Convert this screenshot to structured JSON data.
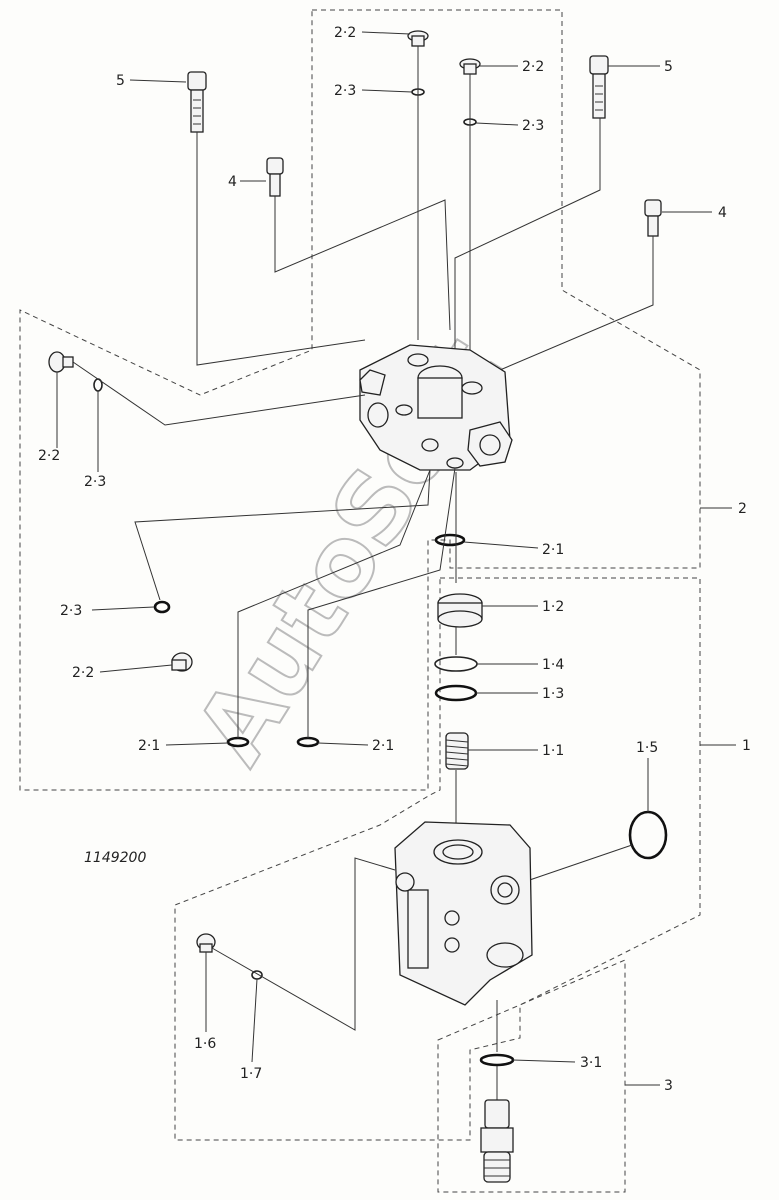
{
  "drawing_number": "1149200",
  "watermark": "AutoSoft",
  "callouts": [
    {
      "id": "c-2-2-top",
      "text": "2·2"
    },
    {
      "id": "c-2-3-top",
      "text": "2·3"
    },
    {
      "id": "c-2-2-topr",
      "text": "2·2"
    },
    {
      "id": "c-2-3-topr",
      "text": "2·3"
    },
    {
      "id": "c-5-left",
      "text": "5"
    },
    {
      "id": "c-5-right",
      "text": "5"
    },
    {
      "id": "c-4-left",
      "text": "4"
    },
    {
      "id": "c-4-right",
      "text": "4"
    },
    {
      "id": "c-2-2-left",
      "text": "2·2"
    },
    {
      "id": "c-2-3-left",
      "text": "2·3"
    },
    {
      "id": "c-2",
      "text": "2"
    },
    {
      "id": "c-2-1-mid",
      "text": "2·1"
    },
    {
      "id": "c-1-2",
      "text": "1·2"
    },
    {
      "id": "c-2-3-mid",
      "text": "2·3"
    },
    {
      "id": "c-1-4",
      "text": "1·4"
    },
    {
      "id": "c-2-2-mid",
      "text": "2·2"
    },
    {
      "id": "c-1-3",
      "text": "1·3"
    },
    {
      "id": "c-1-5",
      "text": "1·5"
    },
    {
      "id": "c-1",
      "text": "1"
    },
    {
      "id": "c-2-1-left",
      "text": "2·1"
    },
    {
      "id": "c-2-1-right",
      "text": "2·1"
    },
    {
      "id": "c-1-1",
      "text": "1·1"
    },
    {
      "id": "c-1-6",
      "text": "1·6"
    },
    {
      "id": "c-1-7",
      "text": "1·7"
    },
    {
      "id": "c-3-1",
      "text": "3·1"
    },
    {
      "id": "c-3",
      "text": "3"
    }
  ]
}
